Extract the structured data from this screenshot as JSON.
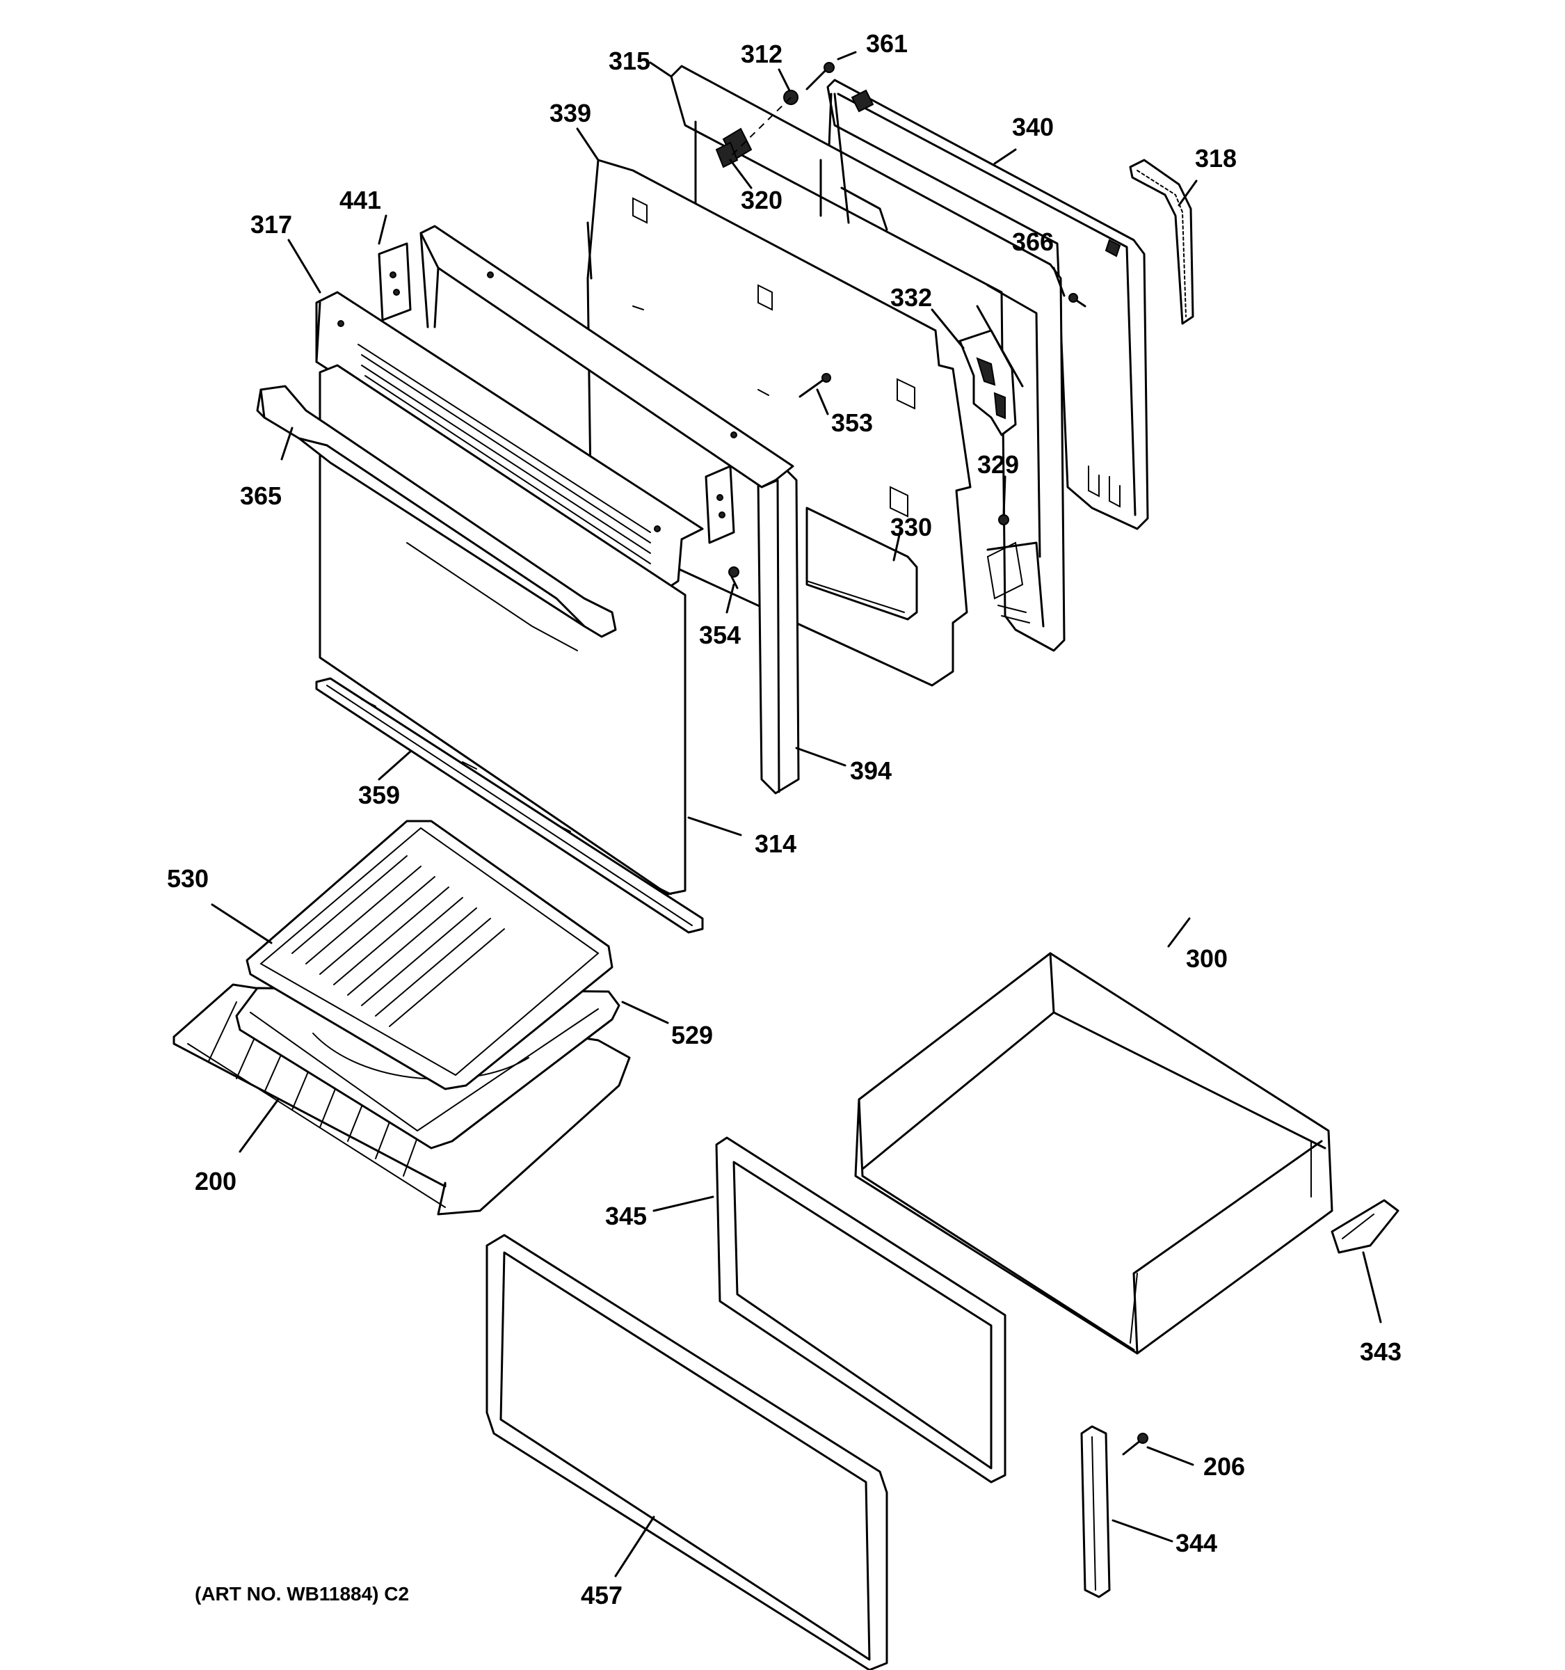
{
  "art_number": "(ART NO. WB11884) C2",
  "callouts": [
    {
      "id": "315",
      "text": "315"
    },
    {
      "id": "312",
      "text": "312"
    },
    {
      "id": "361",
      "text": "361"
    },
    {
      "id": "339",
      "text": "339"
    },
    {
      "id": "340",
      "text": "340"
    },
    {
      "id": "318",
      "text": "318"
    },
    {
      "id": "320",
      "text": "320"
    },
    {
      "id": "441",
      "text": "441"
    },
    {
      "id": "317",
      "text": "317"
    },
    {
      "id": "366",
      "text": "366"
    },
    {
      "id": "332",
      "text": "332"
    },
    {
      "id": "353",
      "text": "353"
    },
    {
      "id": "365",
      "text": "365"
    },
    {
      "id": "329",
      "text": "329"
    },
    {
      "id": "330",
      "text": "330"
    },
    {
      "id": "354",
      "text": "354"
    },
    {
      "id": "394",
      "text": "394"
    },
    {
      "id": "359",
      "text": "359"
    },
    {
      "id": "314",
      "text": "314"
    },
    {
      "id": "530",
      "text": "530"
    },
    {
      "id": "300",
      "text": "300"
    },
    {
      "id": "529",
      "text": "529"
    },
    {
      "id": "200",
      "text": "200"
    },
    {
      "id": "345",
      "text": "345"
    },
    {
      "id": "343",
      "text": "343"
    },
    {
      "id": "206",
      "text": "206"
    },
    {
      "id": "344",
      "text": "344"
    },
    {
      "id": "457",
      "text": "457"
    }
  ]
}
